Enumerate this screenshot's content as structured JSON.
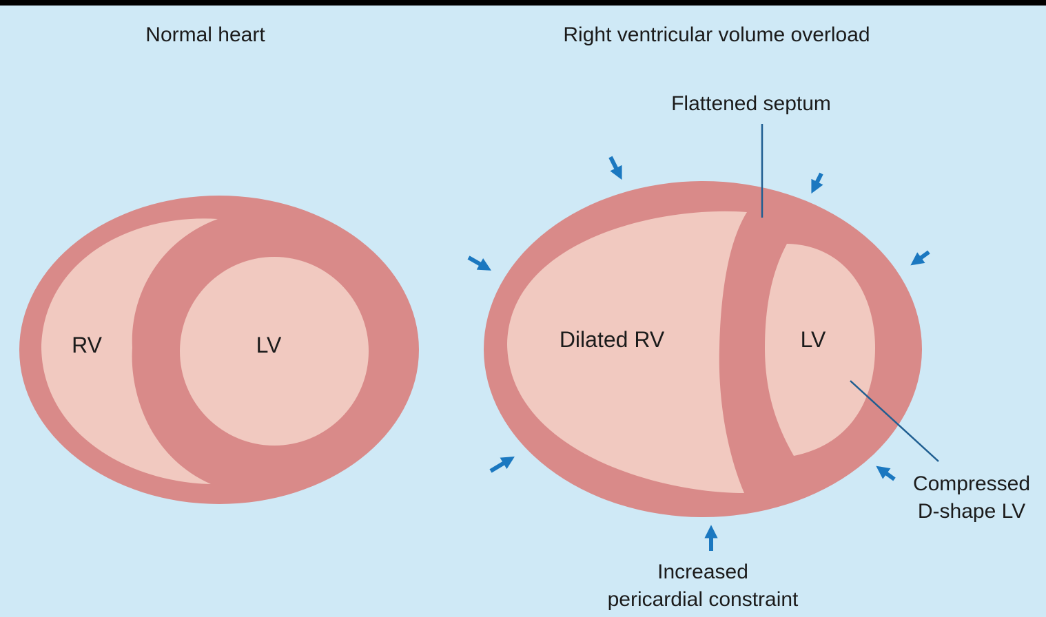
{
  "titles": {
    "normal": "Normal heart",
    "overload": "Right ventricular volume overload"
  },
  "normal_heart": {
    "rv_label": "RV",
    "lv_label": "LV"
  },
  "overload_heart": {
    "rv_label": "Dilated RV",
    "lv_label": "LV"
  },
  "annotations": {
    "septum": "Flattened septum",
    "lv_line1": "Compressed",
    "lv_line2": "D-shape LV",
    "pericardium_line1": "Increased",
    "pericardium_line2": "pericardial constraint"
  },
  "colors": {
    "background": "#cfe9f6",
    "wall": "#d98a89",
    "chamber": "#f1c9c0",
    "arrow": "#1b78c0",
    "leader_line": "#1f5e91"
  }
}
